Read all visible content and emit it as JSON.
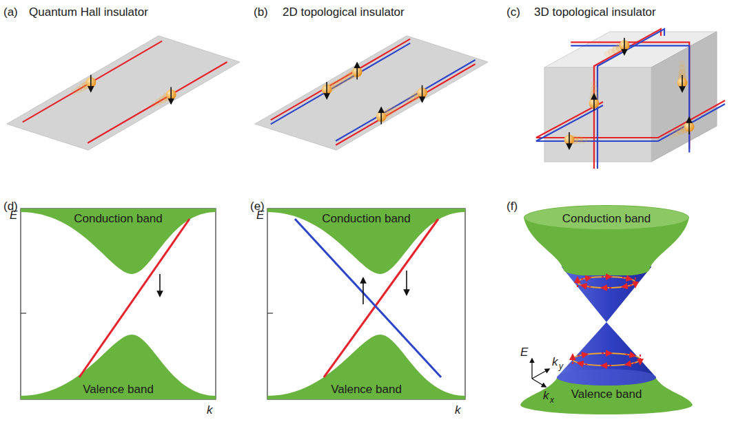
{
  "diagram": {
    "nodes": [
      {
        "text": [
          "Conduction band"
        ]
      },
      {
        "text": [
          "Valence band"
        ]
      },
      {
        "text": [
          "Conduction band"
        ]
      },
      {
        "text": [
          "Valence band"
        ]
      },
      {
        "text": [
          "Conduction band"
        ]
      },
      {
        "text": [
          "Valence band"
        ]
      }
    ],
    "labels": [
      "(a)",
      "Quantum Hall insulator",
      "(b)",
      "2D topological insulator",
      "(c)",
      "3D topological insulator",
      "(d)",
      "E",
      "k",
      "(e)",
      "E",
      "k",
      "(f)",
      "E",
      "k",
      "y",
      "k",
      "x"
    ]
  }
}
